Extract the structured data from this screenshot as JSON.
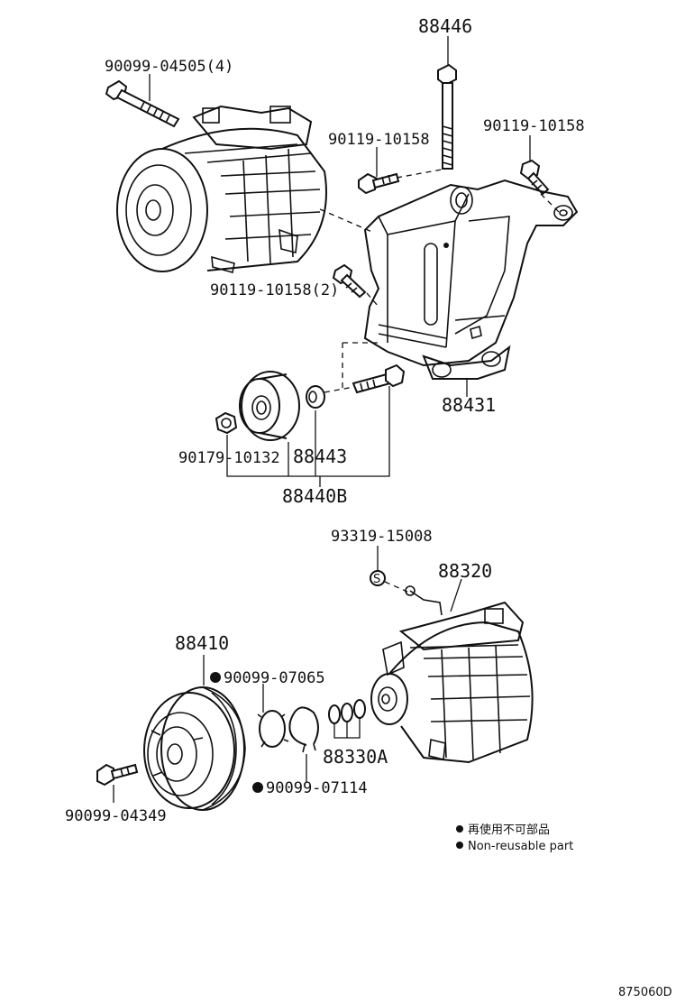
{
  "labels": {
    "p88446": "88446",
    "p90099_04505": "90099-04505(4)",
    "p90119_10158_a": "90119-10158",
    "p90119_10158_b": "90119-10158",
    "p90119_10158_2": "90119-10158(2)",
    "p88431": "88431",
    "p90179_10132": "90179-10132",
    "p88443": "88443",
    "p88440B": "88440B",
    "p93319_15008": "93319-15008",
    "p88320": "88320",
    "p88410": "88410",
    "p90099_07065": "90099-07065",
    "p88330A": "88330A",
    "p90099_07114": "90099-07114",
    "p90099_04349": "90099-04349"
  },
  "legend": {
    "jp": "再使用不可部品",
    "en": "Non-reusable part"
  },
  "diagram_code": "875060D"
}
